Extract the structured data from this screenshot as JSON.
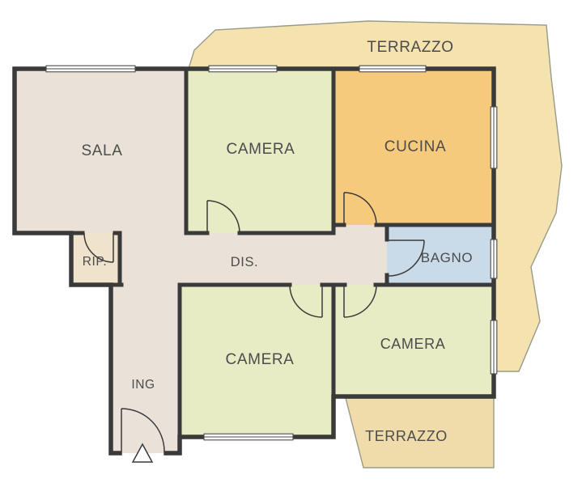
{
  "meta": {
    "type": "apartment-floor-plan"
  },
  "palette": {
    "wall": "#3a3a3a",
    "label": "#4c4c4c",
    "floor_beige": "#eae2d9",
    "floor_green": "#e7ecc5",
    "floor_orange": "#f6ca7d",
    "floor_blue": "#c9dae9",
    "floor_tan": "#efe3cb",
    "terrace_top": "#f4e2af",
    "terrace_bottom": "#f0dcab",
    "background": "#ffffff"
  },
  "icons": {
    "entrance_arrow": "triangle-up"
  },
  "rooms": {
    "terrazzo_top": {
      "label": "TERRAZZO"
    },
    "sala": {
      "label": "SALA"
    },
    "camera_top": {
      "label": "CAMERA"
    },
    "cucina": {
      "label": "CUCINA"
    },
    "rip": {
      "label": "RIP."
    },
    "dis": {
      "label": "DIS."
    },
    "bagno": {
      "label": "BAGNO"
    },
    "camera_bottom_left": {
      "label": "CAMERA"
    },
    "camera_bottom_right": {
      "label": "CAMERA"
    },
    "ing": {
      "label": "ING"
    },
    "terrazzo_bottom": {
      "label": "TERRAZZO"
    }
  }
}
